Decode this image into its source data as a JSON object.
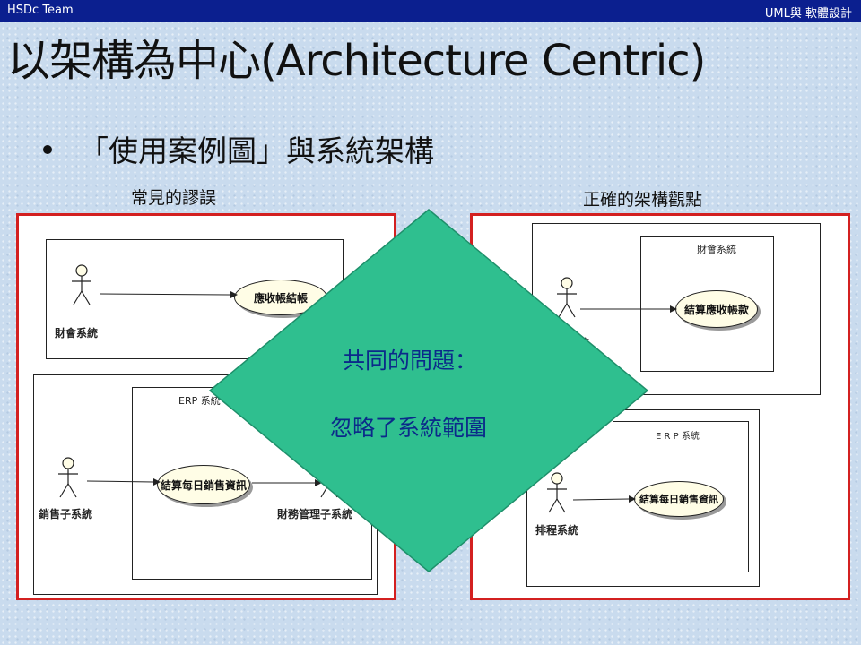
{
  "header": {
    "left": "HSDc Team",
    "right": "UML與 軟體設計"
  },
  "title": "以架構為中心(Architecture Centric)",
  "bullet": "「使用案例圖」與系統架構",
  "labels": {
    "wrong": "常見的謬誤",
    "right": "正確的架構觀點"
  },
  "colors": {
    "topbar": "#0b1f8f",
    "panel_border": "#d32020",
    "diamond": "#2fbf8f",
    "diamond_text": "#0b2a8a"
  },
  "left_panel": {
    "actor_finance": "財會系統",
    "usecase_receivable": "應收帳結帳",
    "erp_label": "ERP 系統",
    "actor_sales": "銷售子系統",
    "usecase_daily_sales": "結算每日銷售資訊",
    "actor_fin_mgmt": "財務管理子系統"
  },
  "right_panel": {
    "finance_system_label": "財會系統",
    "usecase_settle": "結算應收帳款",
    "actor_partial": "理系統",
    "erp_label": "E R P 系統",
    "usecase_daily_sales": "結算每日銷售資訊",
    "actor_schedule": "排程系統"
  },
  "diamond": {
    "line1": "共同的問題：",
    "line2": "忽略了系統範圍"
  }
}
